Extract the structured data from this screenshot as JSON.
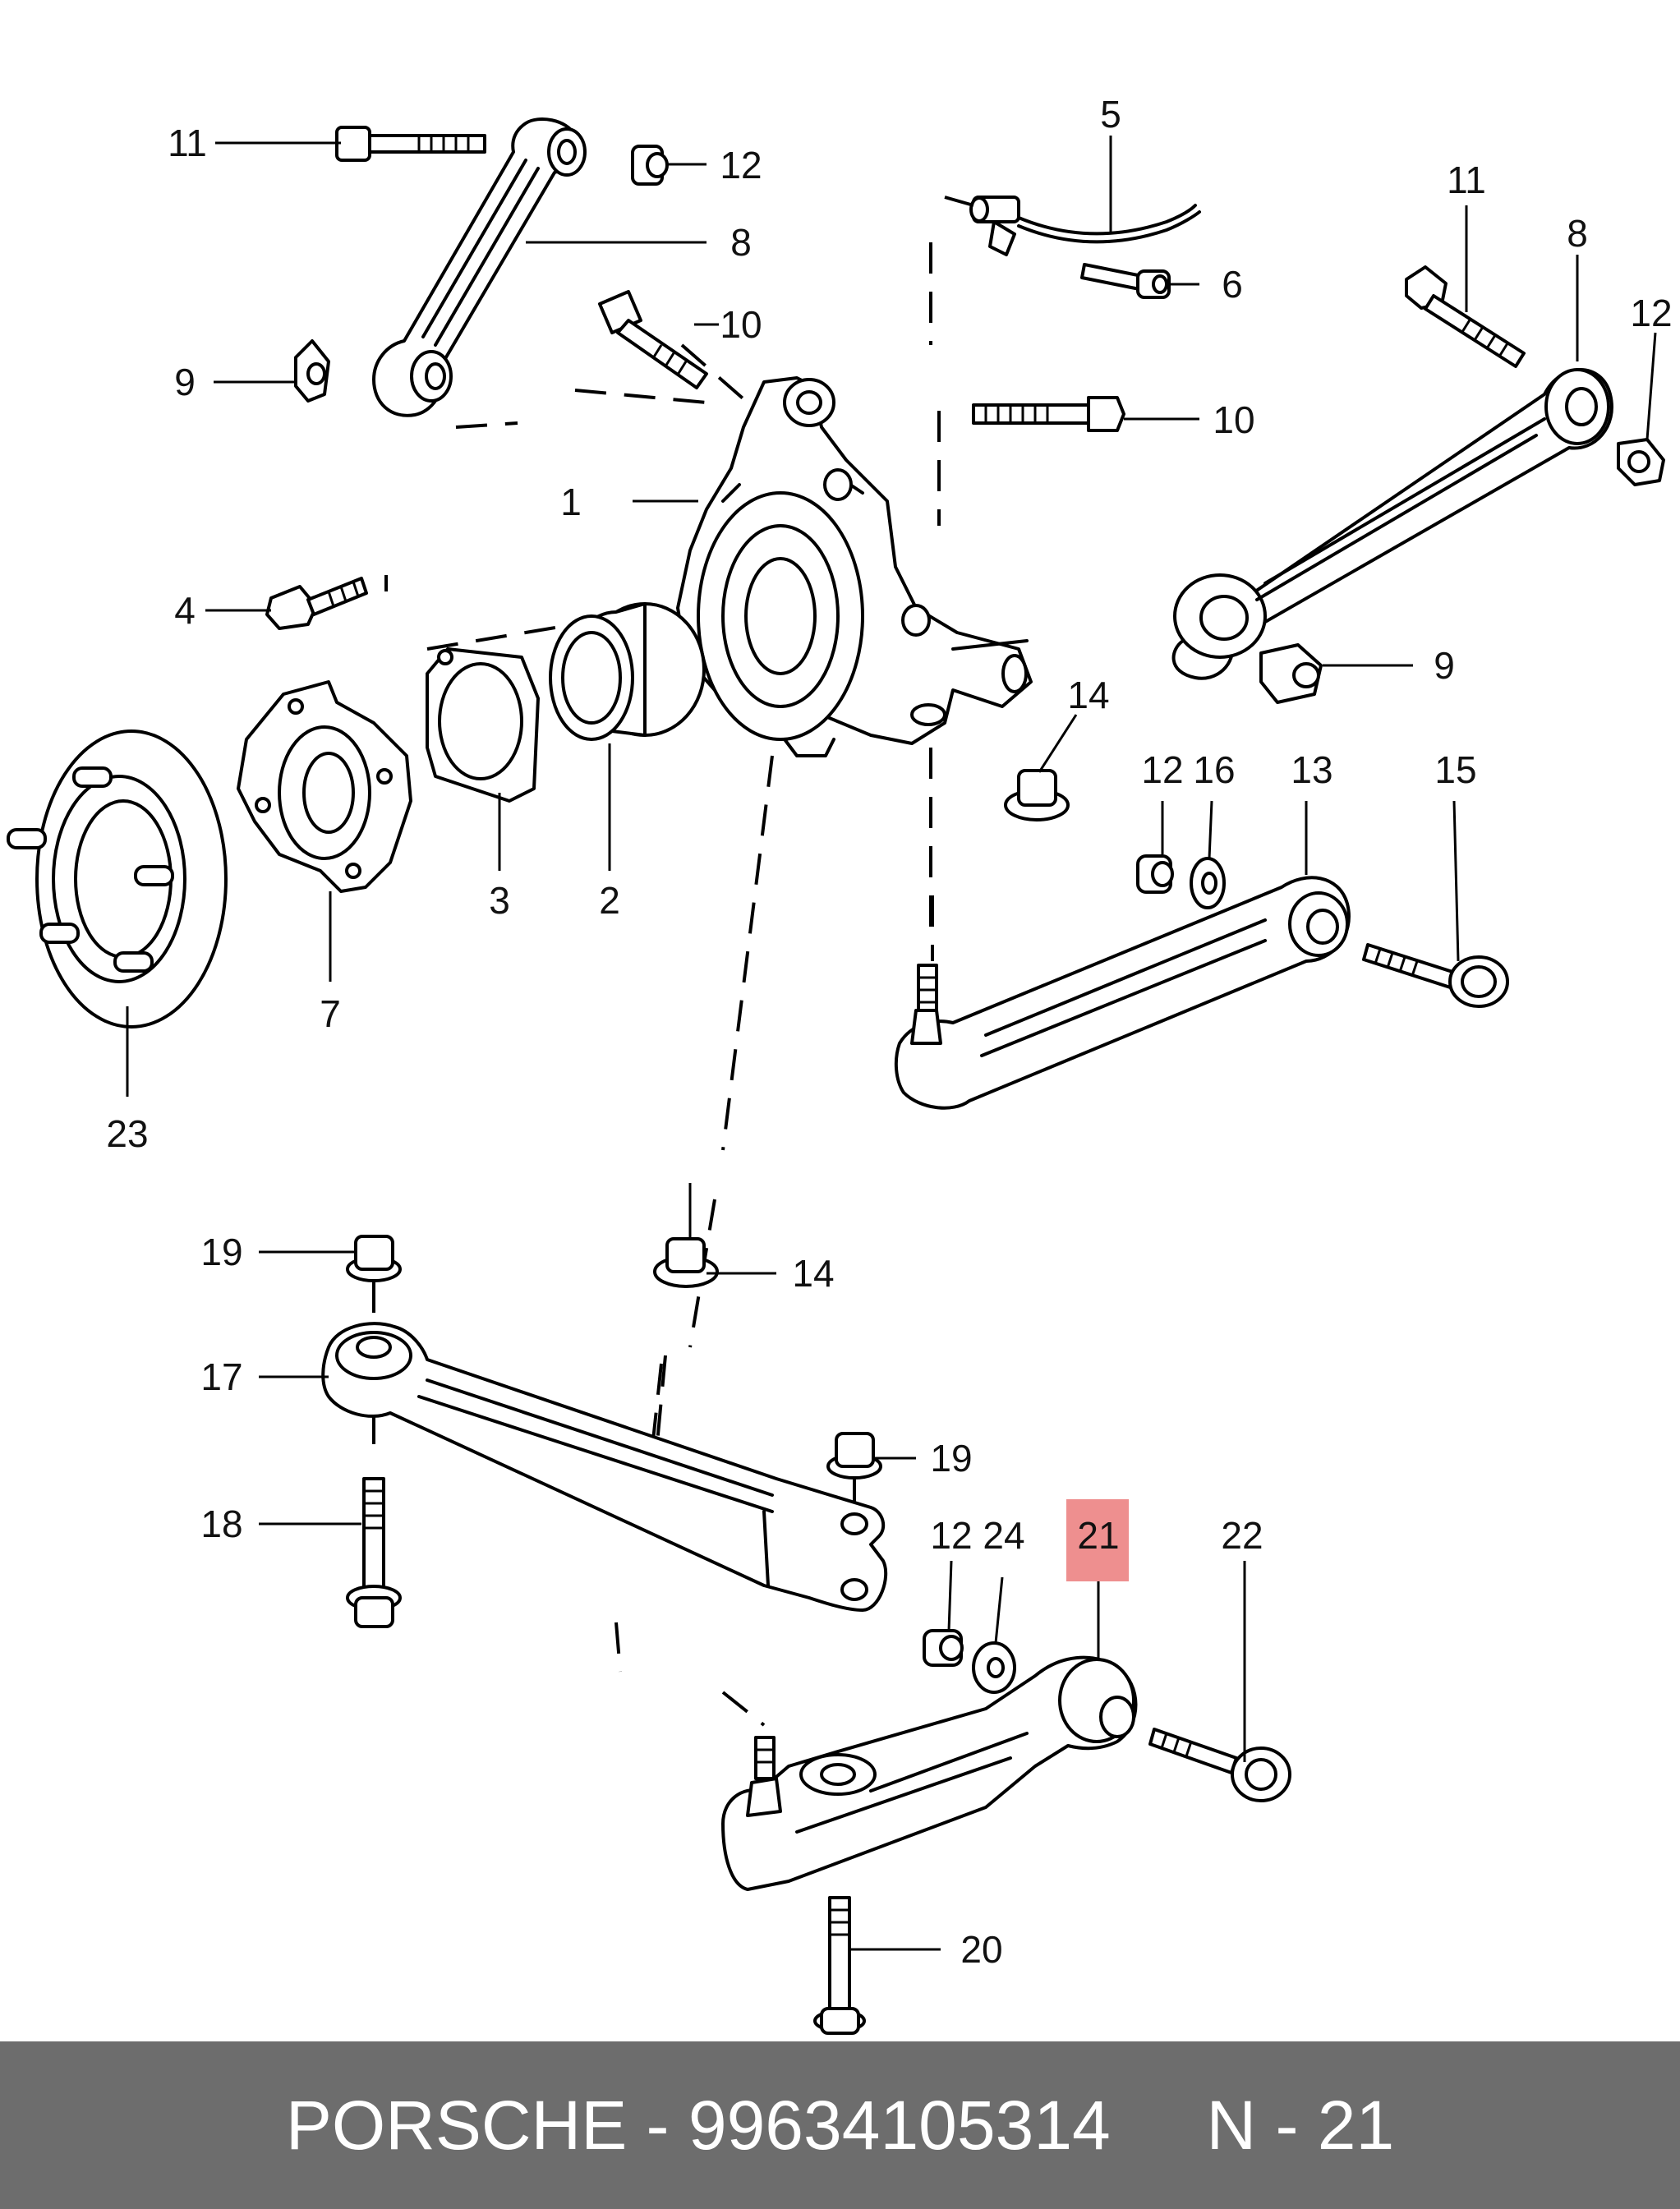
{
  "diagram": {
    "callouts": [
      {
        "id": "c11a",
        "label": "11"
      },
      {
        "id": "c12a",
        "label": "12"
      },
      {
        "id": "c8a",
        "label": "8"
      },
      {
        "id": "c9a",
        "label": "9"
      },
      {
        "id": "c10a",
        "label": "10"
      },
      {
        "id": "c5",
        "label": "5"
      },
      {
        "id": "c6",
        "label": "6"
      },
      {
        "id": "c10b",
        "label": "10"
      },
      {
        "id": "c11b",
        "label": "11"
      },
      {
        "id": "c8b",
        "label": "8"
      },
      {
        "id": "c12b",
        "label": "12"
      },
      {
        "id": "c1",
        "label": "1"
      },
      {
        "id": "c4",
        "label": "4"
      },
      {
        "id": "c9b",
        "label": "9"
      },
      {
        "id": "c14a",
        "label": "14"
      },
      {
        "id": "c12c",
        "label": "12"
      },
      {
        "id": "c16",
        "label": "16"
      },
      {
        "id": "c13",
        "label": "13"
      },
      {
        "id": "c15",
        "label": "15"
      },
      {
        "id": "c3",
        "label": "3"
      },
      {
        "id": "c2",
        "label": "2"
      },
      {
        "id": "c7",
        "label": "7"
      },
      {
        "id": "c23",
        "label": "23"
      },
      {
        "id": "c19a",
        "label": "19"
      },
      {
        "id": "c14b",
        "label": "14"
      },
      {
        "id": "c17",
        "label": "17"
      },
      {
        "id": "c19b",
        "label": "19"
      },
      {
        "id": "c18",
        "label": "18"
      },
      {
        "id": "c12d",
        "label": "12"
      },
      {
        "id": "c24",
        "label": "24"
      },
      {
        "id": "c21",
        "label": "21"
      },
      {
        "id": "c22",
        "label": "22"
      },
      {
        "id": "c20",
        "label": "20"
      }
    ],
    "highlight": {
      "label": "21",
      "color": "#ee8f8f"
    }
  },
  "footer": {
    "text": "PORSCHE - 99634105314     N - 21",
    "background": "#6d6d6d",
    "text_color": "#ffffff"
  }
}
